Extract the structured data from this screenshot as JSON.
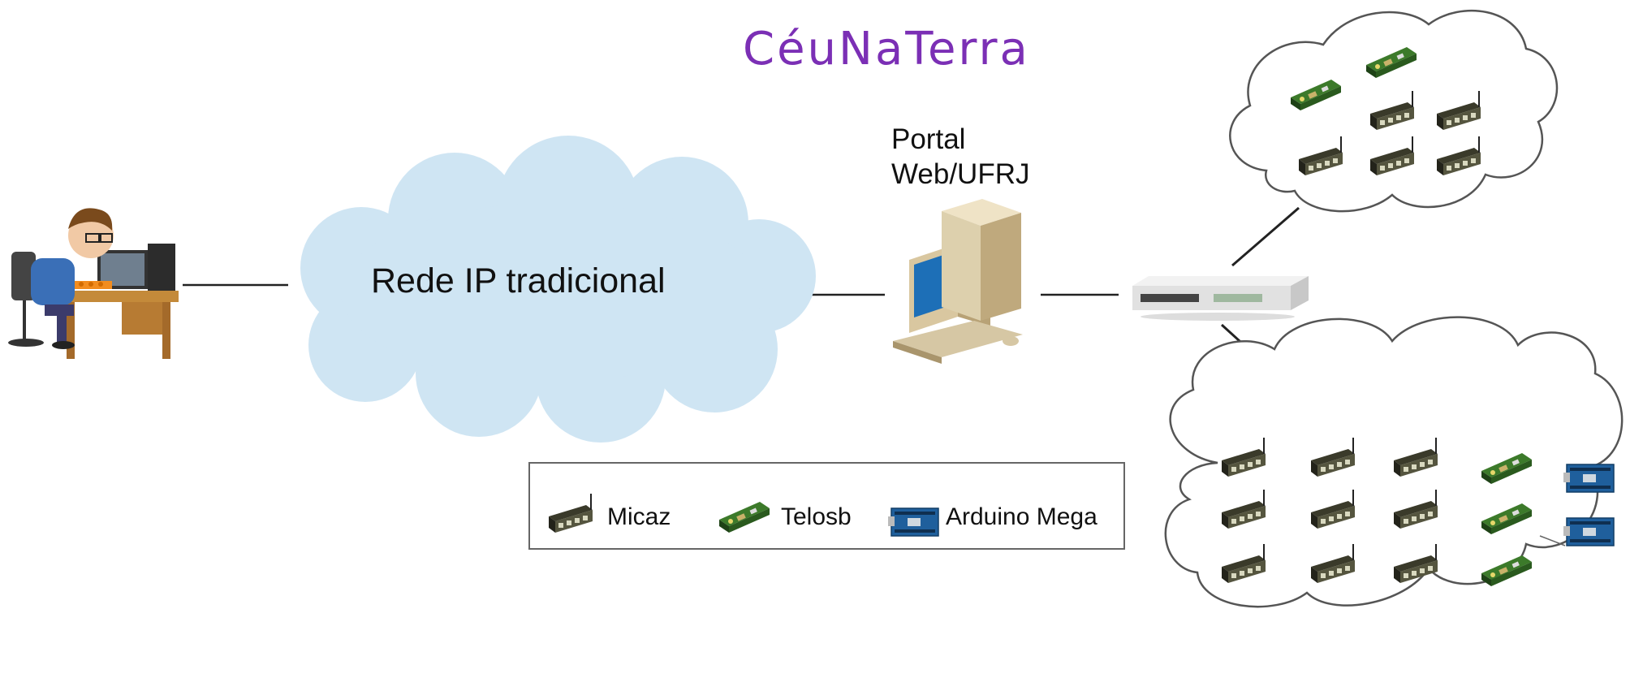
{
  "title": "CéuNaTerra",
  "cloud_label": "Rede IP tradicional",
  "portal_label_line1": "Portal",
  "portal_label_line2": "Web/UFRJ",
  "legend": {
    "micaz": "Micaz",
    "telosb": "Telosb",
    "arduino": "Arduino Mega"
  },
  "colors": {
    "title": "#7b2fb5",
    "ip_cloud": "#cfe5f3",
    "cloud_outline": "#555555",
    "line": "#222222"
  },
  "clusters": {
    "upper": {
      "micaz_count": 5,
      "telosb_count": 2,
      "arduino_count": 0
    },
    "lower": {
      "micaz_count": 9,
      "telosb_count": 3,
      "arduino_count": 2
    }
  }
}
